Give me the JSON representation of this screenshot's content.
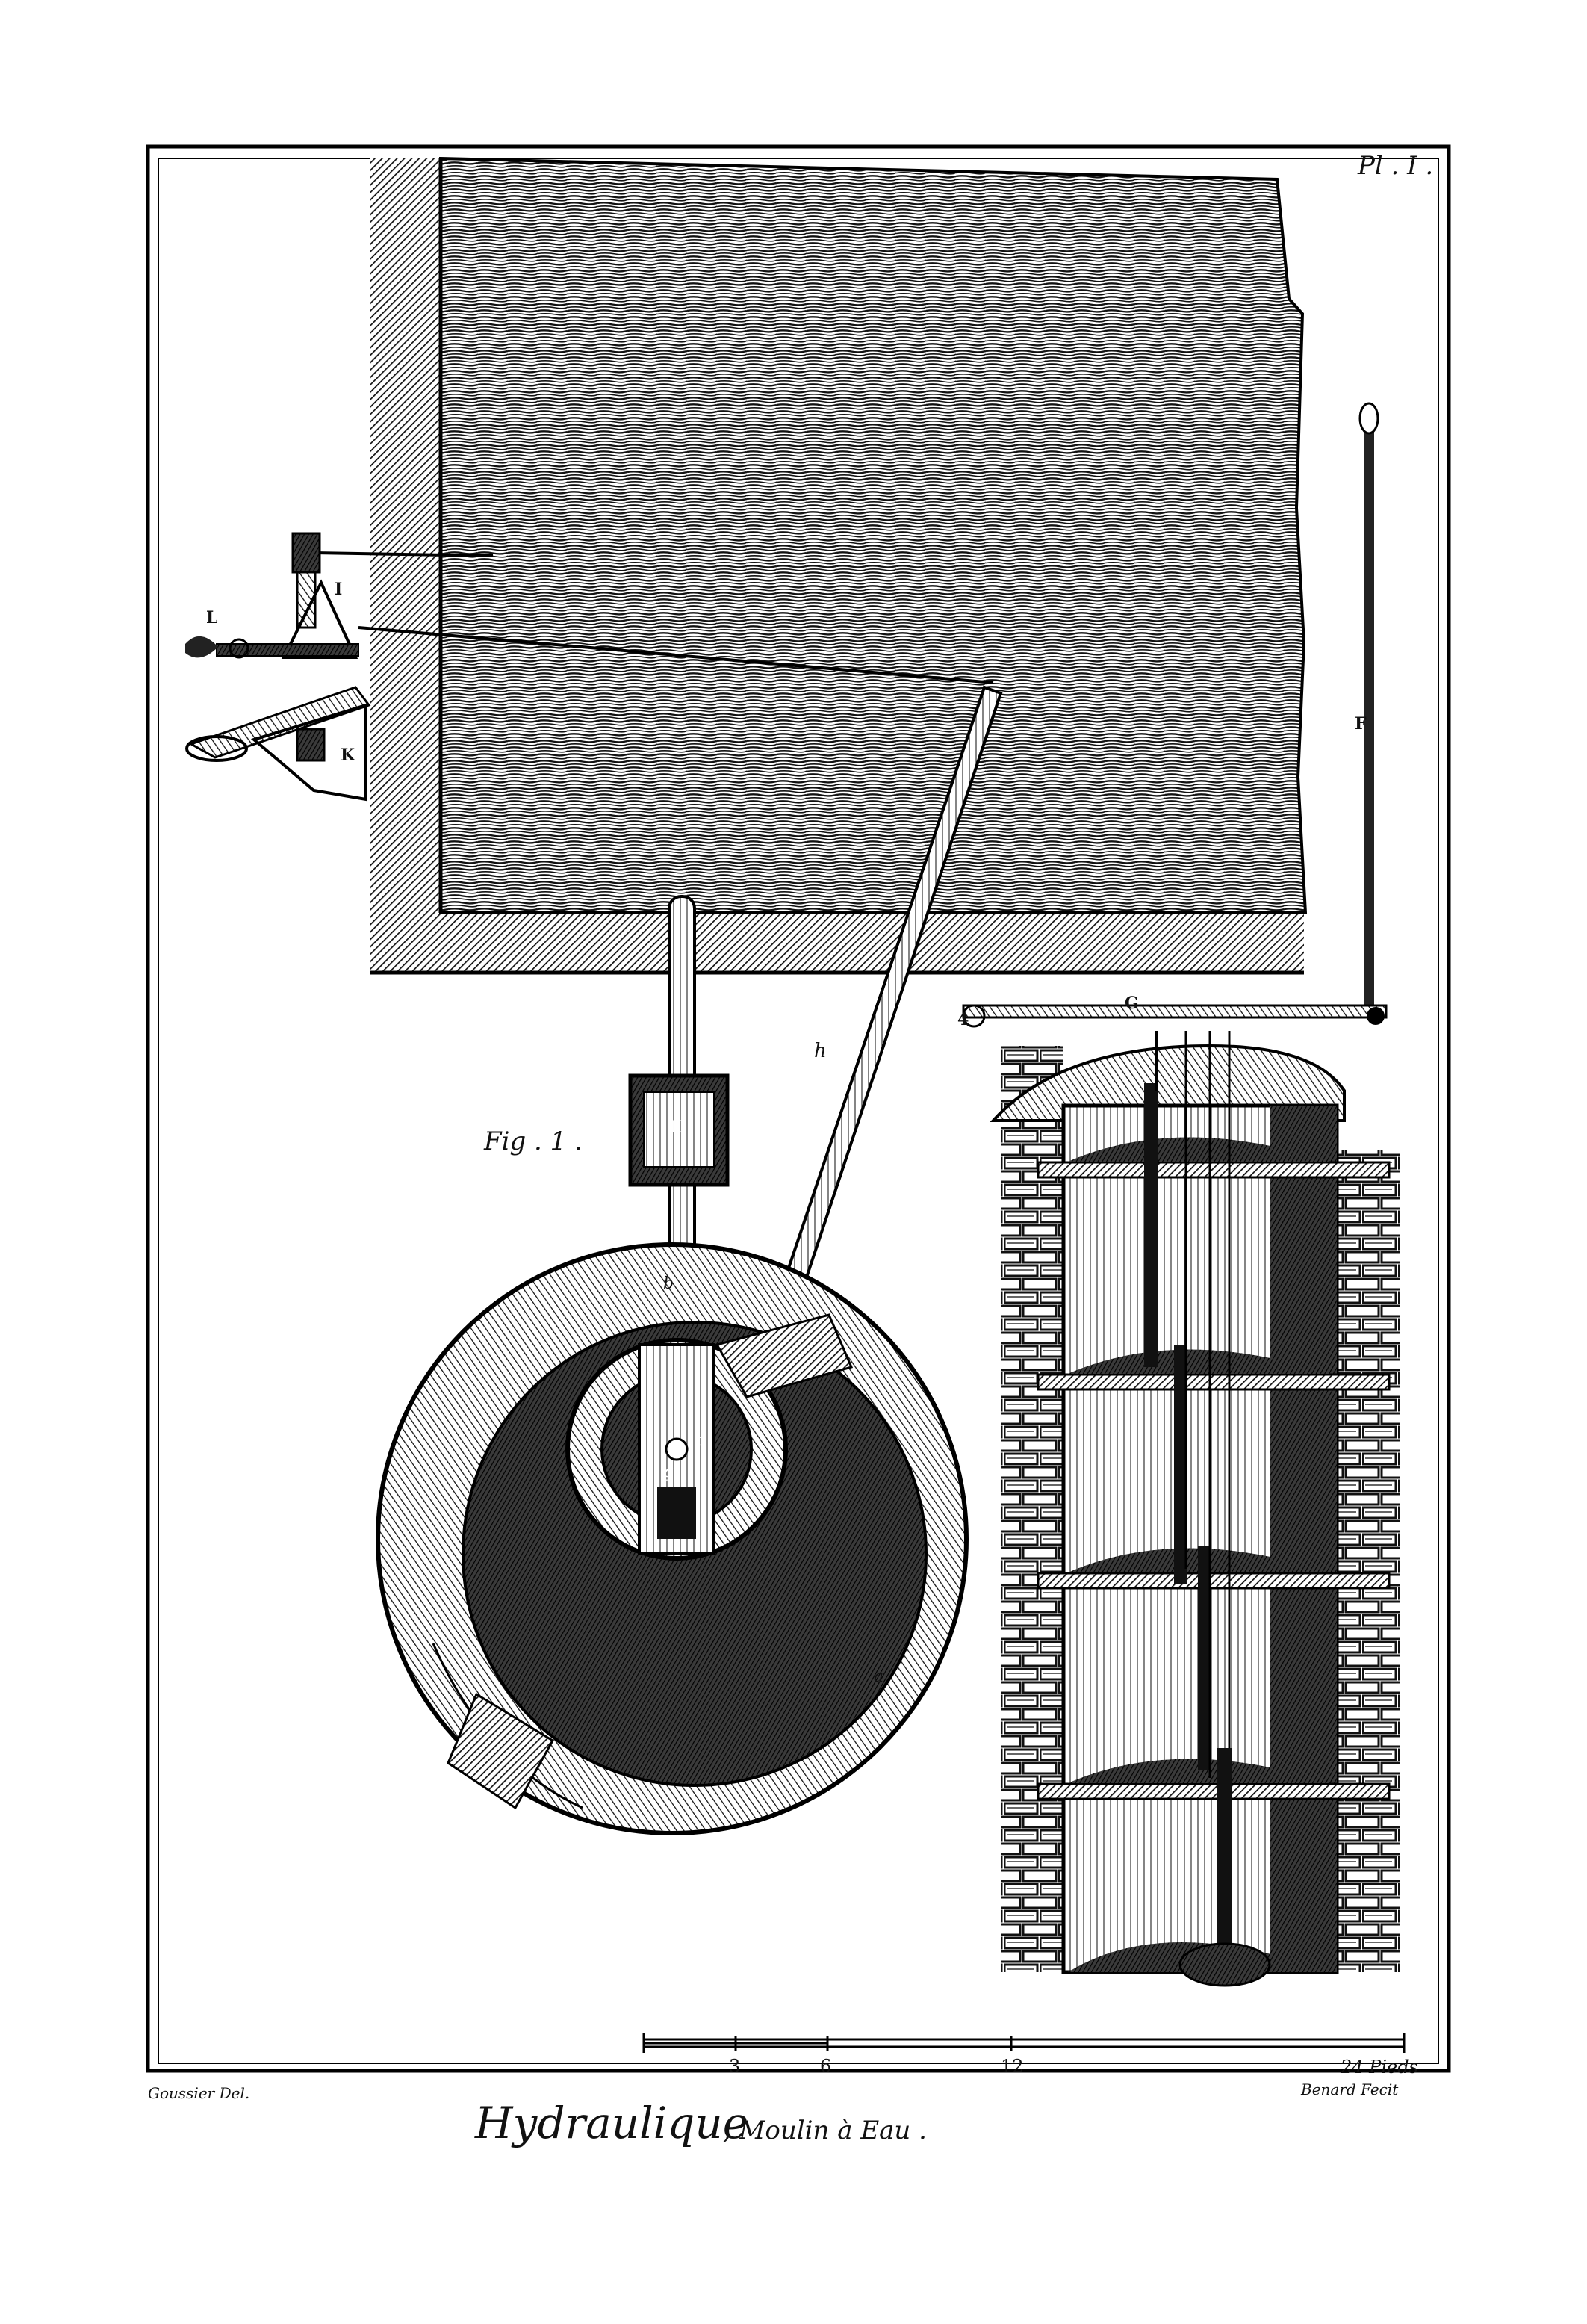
{
  "plate": {
    "number": "Pl . I .",
    "figure": "Fig . 1 ."
  },
  "labels": {
    "I": "I",
    "L": "L",
    "K": "K",
    "F": "F",
    "G": "G",
    "E": "E",
    "h": "h",
    "d": "d",
    "g": "g",
    "a": "a",
    "b": "b",
    "four": "4"
  },
  "scale": {
    "ticks": [
      "3",
      "6",
      "12"
    ],
    "unit": "24 Pieds"
  },
  "credits": {
    "draughtsman": "Goussier Del.",
    "engraver": "Benard Fecit"
  },
  "title": {
    "main": "Hydraulique",
    "sub": ", Moulin à Eau ."
  }
}
